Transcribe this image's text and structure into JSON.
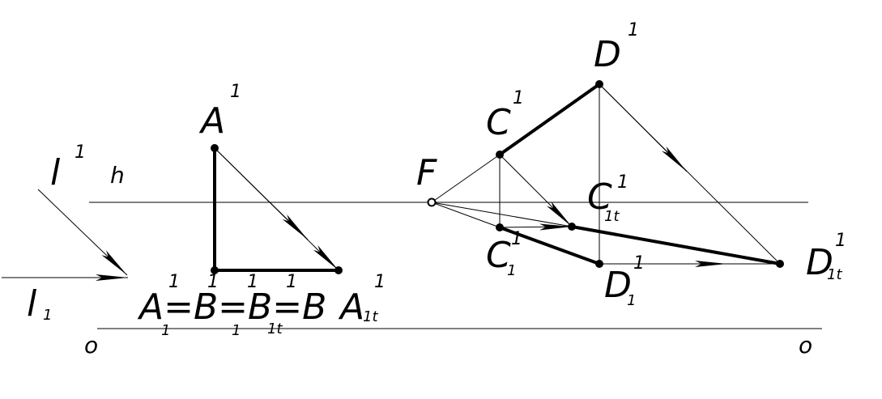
{
  "labels": {
    "l_top": "l",
    "l_top_sup": "1",
    "l_bottom": "l",
    "l_bottom_sub": "1",
    "h": "h",
    "A": "A",
    "A_sup": "1",
    "A1t": "A",
    "A1t_sup": "1",
    "A1t_sub": "1t",
    "ABBB": "A=B=B=B",
    "ABBB_sup_1": "1",
    "ABBB_sup_2": "1",
    "ABBB_sup_3": "1",
    "ABBB_sup_4": "1",
    "ABBB_sub_1": "1",
    "ABBB_sub_3": "1",
    "ABBB_sub_4": "1t",
    "F": "F",
    "C": "C",
    "C_sup": "1",
    "C1t": "C",
    "C1t_sup": "1",
    "C1t_sub": "1t",
    "C1": "C",
    "C1_sup": "1",
    "C1_sub": "1",
    "D": "D",
    "D_sup": "1",
    "D1": "D",
    "D1_sup": "1",
    "D1_sub": "1",
    "D1t": "D",
    "D1t_sup": "1",
    "D1t_sub": "1t",
    "o_left": "o",
    "o_right": "o"
  }
}
